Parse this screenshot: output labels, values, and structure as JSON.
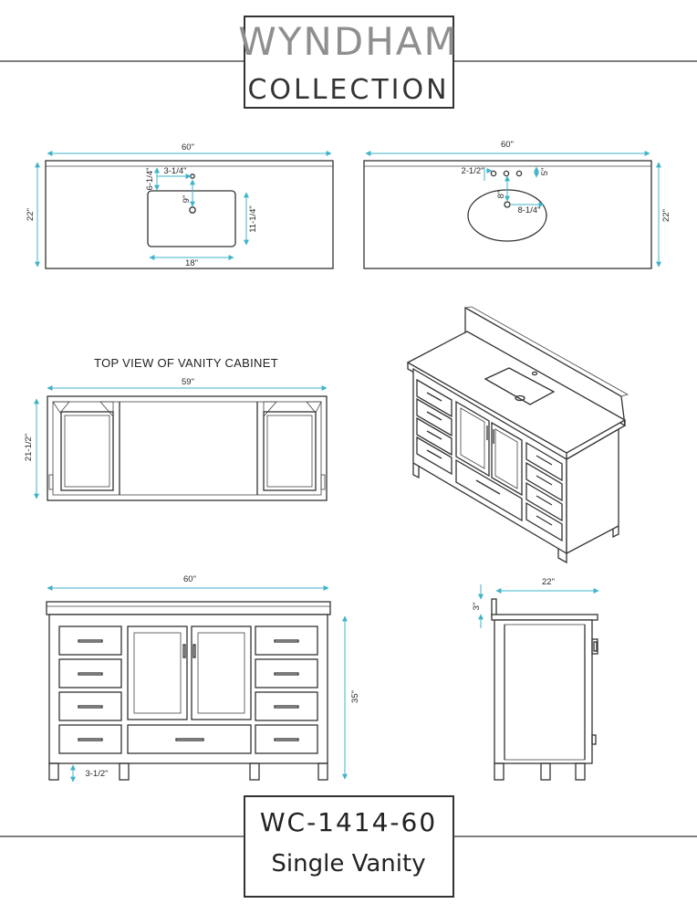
{
  "brand": {
    "line1": "WYNDHAM",
    "line2": "COLLECTION"
  },
  "footer": {
    "model": "WC-1414-60",
    "subtitle": "Single Vanity"
  },
  "caption": "TOP VIEW OF VANITY CABINET",
  "dims": {
    "top_rect_width": "60\"",
    "top_rect_depth": "22\"",
    "rect_sink_width": "18\"",
    "rect_sink_depth": "11-1/4\"",
    "rect_sink_offset_side": "3-1/4\"",
    "rect_sink_offset_top": "6-1/4\"",
    "rect_sink_drain": "9\"",
    "top_oval_width": "60\"",
    "top_oval_depth": "22\"",
    "faucet_spacing": "2-1/2\"",
    "faucet_setback": "5\"",
    "oval_drain": "8\"",
    "oval_radius": "8-1/4\"",
    "cabinet_width": "59\"",
    "cabinet_depth": "21-1/2\"",
    "front_width": "60\"",
    "front_height": "35\"",
    "leg_height": "3-1/2\"",
    "side_depth": "22\"",
    "side_top_thickness": "3\""
  },
  "colors": {
    "dimension": "#3fb3c9",
    "line": "#333333"
  }
}
